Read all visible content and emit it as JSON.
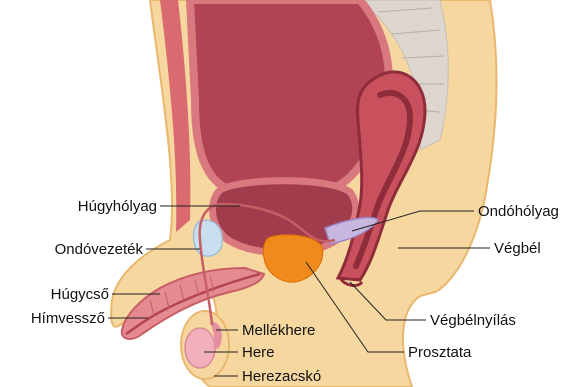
{
  "labels": {
    "hugyholyag": "Húgyhólyag",
    "ondovezetek": "Ondóvezeték",
    "hugycso": "Húgycső",
    "himvesszo": "Hímvessző",
    "mellekhere": "Mellékhere",
    "here": "Here",
    "herezacsko": "Herezacskó",
    "ondoholyag": "Ondóhólyag",
    "vegbel": "Végbél",
    "vegbelnyilas": "Végbélnyílás",
    "prosztata": "Prosztata"
  },
  "colors": {
    "body": "#f6d7a0",
    "skin_outline": "#e8b86e",
    "bladder_wall": "#d9787e",
    "bladder_inner": "#a03c4c",
    "cavity": "#b04455",
    "rectum": "#c9515e",
    "rectum_dark": "#8f2c3a",
    "prostate": "#f08a1c",
    "penis": "#e48a90",
    "testis": "#f2b0bd",
    "spine": "#dcd6cf",
    "leader": "#222222"
  }
}
